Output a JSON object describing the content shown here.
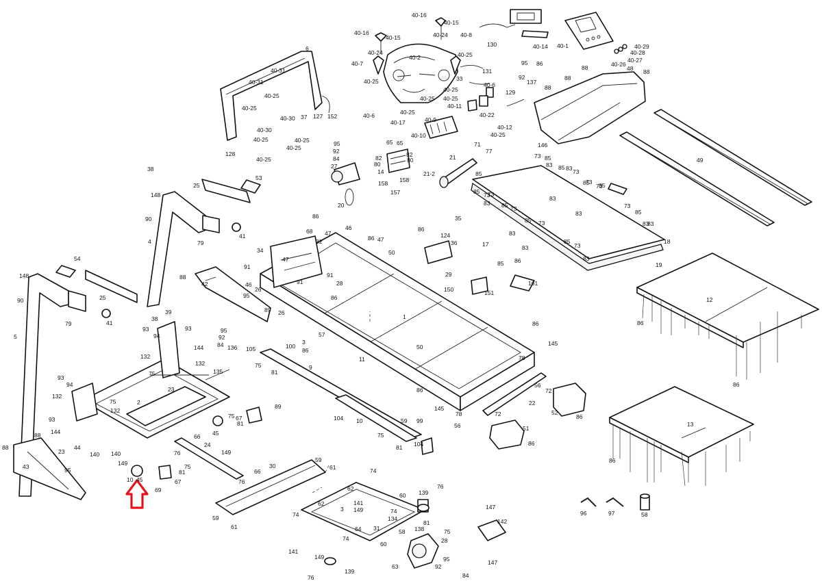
{
  "highlight_color": "#e0161e",
  "labels": [
    {
      "id": "l1",
      "text": "40-16"
    },
    {
      "id": "l2",
      "text": "40-15"
    },
    {
      "id": "l3",
      "text": "40-16"
    },
    {
      "id": "l4",
      "text": "40-15"
    },
    {
      "id": "l5",
      "text": "40-24"
    },
    {
      "id": "l6",
      "text": "40-8"
    },
    {
      "id": "l7",
      "text": "40-24"
    },
    {
      "id": "l8",
      "text": "40-25"
    },
    {
      "id": "l9",
      "text": "40-7"
    },
    {
      "id": "l10",
      "text": "40-2"
    },
    {
      "id": "l11",
      "text": "40-25"
    },
    {
      "id": "l12",
      "text": "40-25"
    },
    {
      "id": "l13",
      "text": "130"
    },
    {
      "id": "l14",
      "text": "40-14"
    },
    {
      "id": "l15",
      "text": "40-1"
    },
    {
      "id": "l16",
      "text": "40-29"
    },
    {
      "id": "l17",
      "text": "40-28"
    },
    {
      "id": "l18",
      "text": "40-27"
    },
    {
      "id": "l19",
      "text": "40-26"
    },
    {
      "id": "l20",
      "text": "48"
    },
    {
      "id": "l21",
      "text": "88"
    },
    {
      "id": "l22",
      "text": "88"
    },
    {
      "id": "l23",
      "text": "88"
    },
    {
      "id": "l24",
      "text": "88"
    },
    {
      "id": "l25",
      "text": "95"
    },
    {
      "id": "l26",
      "text": "92"
    },
    {
      "id": "l27",
      "text": "86"
    },
    {
      "id": "l28",
      "text": "137"
    },
    {
      "id": "l29",
      "text": "131"
    },
    {
      "id": "l30",
      "text": "33"
    },
    {
      "id": "l31",
      "text": "40-6"
    },
    {
      "id": "l32",
      "text": "129"
    },
    {
      "id": "l33",
      "text": "40-25"
    },
    {
      "id": "l34",
      "text": "40-11"
    },
    {
      "id": "l35",
      "text": "40-22"
    },
    {
      "id": "l36",
      "text": "40-25"
    },
    {
      "id": "l37",
      "text": "40-25"
    },
    {
      "id": "l38",
      "text": "40-12"
    },
    {
      "id": "l39",
      "text": "40-25"
    },
    {
      "id": "l40",
      "text": "6"
    },
    {
      "id": "l41",
      "text": "40-31"
    },
    {
      "id": "l42",
      "text": "40-31"
    },
    {
      "id": "l43",
      "text": "40-25"
    },
    {
      "id": "l44",
      "text": "40-25"
    },
    {
      "id": "l45",
      "text": "37"
    },
    {
      "id": "l46",
      "text": "127"
    },
    {
      "id": "l47",
      "text": "152"
    },
    {
      "id": "l48",
      "text": "40-6"
    },
    {
      "id": "l49",
      "text": "40-17"
    },
    {
      "id": "l50",
      "text": "40-9"
    },
    {
      "id": "l51",
      "text": "40-10"
    },
    {
      "id": "l52",
      "text": "40-30"
    },
    {
      "id": "l53",
      "text": "40-30"
    },
    {
      "id": "l54",
      "text": "40-25"
    },
    {
      "id": "l55",
      "text": "40-25"
    },
    {
      "id": "l56",
      "text": "40-25"
    },
    {
      "id": "l57",
      "text": "128"
    },
    {
      "id": "l58",
      "text": "40-25"
    },
    {
      "id": "l59",
      "text": "95"
    },
    {
      "id": "l60",
      "text": "92"
    },
    {
      "id": "l61",
      "text": "84"
    },
    {
      "id": "l62",
      "text": "27"
    },
    {
      "id": "l63",
      "text": "65"
    },
    {
      "id": "l64",
      "text": "65"
    },
    {
      "id": "l65",
      "text": "82"
    },
    {
      "id": "l66",
      "text": "80"
    },
    {
      "id": "l67",
      "text": "82"
    },
    {
      "id": "l68",
      "text": "80"
    },
    {
      "id": "l69",
      "text": "71"
    },
    {
      "id": "l70",
      "text": "77"
    },
    {
      "id": "l71",
      "text": "146"
    },
    {
      "id": "l72",
      "text": "73"
    },
    {
      "id": "l73",
      "text": "85"
    },
    {
      "id": "l74",
      "text": "83"
    },
    {
      "id": "l75",
      "text": "49"
    },
    {
      "id": "l76",
      "text": "21"
    },
    {
      "id": "l77",
      "text": "21-2"
    },
    {
      "id": "l78",
      "text": "14"
    },
    {
      "id": "l79",
      "text": "158"
    },
    {
      "id": "l80",
      "text": "158"
    },
    {
      "id": "l81",
      "text": "157"
    },
    {
      "id": "l82",
      "text": "20"
    },
    {
      "id": "l83",
      "text": "38"
    },
    {
      "id": "l84",
      "text": "25"
    },
    {
      "id": "l85",
      "text": "53"
    },
    {
      "id": "l86",
      "text": "148"
    },
    {
      "id": "l87",
      "text": "90"
    },
    {
      "id": "l88",
      "text": "79"
    },
    {
      "id": "l89",
      "text": "4"
    },
    {
      "id": "l90",
      "text": "41"
    },
    {
      "id": "l91",
      "text": "86"
    },
    {
      "id": "l92",
      "text": "68"
    },
    {
      "id": "l93",
      "text": "47"
    },
    {
      "id": "l94",
      "text": "46"
    },
    {
      "id": "l95",
      "text": "32"
    },
    {
      "id": "l96",
      "text": "34"
    },
    {
      "id": "l97",
      "text": "47"
    },
    {
      "id": "l98",
      "text": "86"
    },
    {
      "id": "l99",
      "text": "47"
    },
    {
      "id": "l100",
      "text": "50"
    },
    {
      "id": "l101",
      "text": "35"
    },
    {
      "id": "l102",
      "text": "86"
    },
    {
      "id": "l103",
      "text": "124"
    },
    {
      "id": "l104",
      "text": "36"
    },
    {
      "id": "l105",
      "text": "29"
    },
    {
      "id": "l106",
      "text": "17"
    },
    {
      "id": "l107",
      "text": "85"
    },
    {
      "id": "l108",
      "text": "86"
    },
    {
      "id": "l109",
      "text": "161"
    },
    {
      "id": "l110",
      "text": "18"
    },
    {
      "id": "l111",
      "text": "19"
    },
    {
      "id": "l112",
      "text": "54"
    },
    {
      "id": "l113",
      "text": "148"
    },
    {
      "id": "l114",
      "text": "90"
    },
    {
      "id": "l115",
      "text": "25"
    },
    {
      "id": "l116",
      "text": "41"
    },
    {
      "id": "l117",
      "text": "79"
    },
    {
      "id": "l118",
      "text": "5"
    },
    {
      "id": "l119",
      "text": "88"
    },
    {
      "id": "l120",
      "text": "42"
    },
    {
      "id": "l121",
      "text": "95"
    },
    {
      "id": "l122",
      "text": "91"
    },
    {
      "id": "l123",
      "text": "46"
    },
    {
      "id": "l124",
      "text": "91"
    },
    {
      "id": "l125",
      "text": "26"
    },
    {
      "id": "l126",
      "text": "89"
    },
    {
      "id": "l127",
      "text": "26"
    },
    {
      "id": "l128",
      "text": "91"
    },
    {
      "id": "l129",
      "text": "28"
    },
    {
      "id": "l130",
      "text": "86"
    },
    {
      "id": "l131",
      "text": "150"
    },
    {
      "id": "l132",
      "text": "151"
    },
    {
      "id": "l133",
      "text": "12"
    },
    {
      "id": "l134",
      "text": "38"
    },
    {
      "id": "l135",
      "text": "39"
    },
    {
      "id": "l136",
      "text": "93"
    },
    {
      "id": "l137",
      "text": "94"
    },
    {
      "id": "l138",
      "text": "93"
    },
    {
      "id": "l139",
      "text": "144"
    },
    {
      "id": "l140",
      "text": "132"
    },
    {
      "id": "l141",
      "text": "132"
    },
    {
      "id": "l142",
      "text": "135"
    },
    {
      "id": "l143",
      "text": "95"
    },
    {
      "id": "l144",
      "text": "92"
    },
    {
      "id": "l145",
      "text": "84"
    },
    {
      "id": "l146",
      "text": "136"
    },
    {
      "id": "l147",
      "text": "3"
    },
    {
      "id": "l148",
      "text": "57"
    },
    {
      "id": "l149",
      "text": "86"
    },
    {
      "id": "l150",
      "text": "1"
    },
    {
      "id": "l151",
      "text": "86"
    },
    {
      "id": "l152",
      "text": "145"
    },
    {
      "id": "l153",
      "text": "105"
    },
    {
      "id": "l154",
      "text": "100"
    },
    {
      "id": "l155",
      "text": "75"
    },
    {
      "id": "l156",
      "text": "81"
    },
    {
      "id": "l157",
      "text": "9"
    },
    {
      "id": "l158",
      "text": "11"
    },
    {
      "id": "l159",
      "text": "50"
    },
    {
      "id": "l160",
      "text": "75"
    },
    {
      "id": "l161",
      "text": "23"
    },
    {
      "id": "l162",
      "text": "93"
    },
    {
      "id": "l163",
      "text": "94"
    },
    {
      "id": "l164",
      "text": "132"
    },
    {
      "id": "l165",
      "text": "75"
    },
    {
      "id": "l166",
      "text": "132"
    },
    {
      "id": "l167",
      "text": "2"
    },
    {
      "id": "l168",
      "text": "93"
    },
    {
      "id": "l169",
      "text": "144"
    },
    {
      "id": "l170",
      "text": "23"
    },
    {
      "id": "l171",
      "text": "44"
    },
    {
      "id": "l172",
      "text": "75"
    },
    {
      "id": "l173",
      "text": "81"
    },
    {
      "id": "l174",
      "text": "67"
    },
    {
      "id": "l175",
      "text": "89"
    },
    {
      "id": "l176",
      "text": "66"
    },
    {
      "id": "l177",
      "text": "45"
    },
    {
      "id": "l178",
      "text": "104"
    },
    {
      "id": "l179",
      "text": "10"
    },
    {
      "id": "l180",
      "text": "59"
    },
    {
      "id": "l181",
      "text": "99"
    },
    {
      "id": "l182",
      "text": "75"
    },
    {
      "id": "l183",
      "text": "81"
    },
    {
      "id": "l184",
      "text": "104"
    },
    {
      "id": "l185",
      "text": "86"
    },
    {
      "id": "l186",
      "text": "145"
    },
    {
      "id": "l187",
      "text": "78"
    },
    {
      "id": "l188",
      "text": "56"
    },
    {
      "id": "l189",
      "text": "72"
    },
    {
      "id": "l190",
      "text": "22"
    },
    {
      "id": "l191",
      "text": "78"
    },
    {
      "id": "l192",
      "text": "56"
    },
    {
      "id": "l193",
      "text": "72"
    },
    {
      "id": "l194",
      "text": "52"
    },
    {
      "id": "l195",
      "text": "86"
    },
    {
      "id": "l196",
      "text": "51"
    },
    {
      "id": "l197",
      "text": "86"
    },
    {
      "id": "l198",
      "text": "13"
    },
    {
      "id": "l199",
      "text": "86"
    },
    {
      "id": "l200",
      "text": "88"
    },
    {
      "id": "l201",
      "text": "88"
    },
    {
      "id": "l202",
      "text": "43"
    },
    {
      "id": "l203",
      "text": "95"
    },
    {
      "id": "l204",
      "text": "140"
    },
    {
      "id": "l205",
      "text": "140"
    },
    {
      "id": "l206",
      "text": "149"
    },
    {
      "id": "l207",
      "text": "10"
    },
    {
      "id": "l208",
      "text": "45"
    },
    {
      "id": "l209",
      "text": "69"
    },
    {
      "id": "l210",
      "text": "75"
    },
    {
      "id": "l211",
      "text": "81"
    },
    {
      "id": "l212",
      "text": "67"
    },
    {
      "id": "l213",
      "text": "76"
    },
    {
      "id": "l214",
      "text": "24"
    },
    {
      "id": "l215",
      "text": "149"
    },
    {
      "id": "l216",
      "text": "66"
    },
    {
      "id": "l217",
      "text": "76"
    },
    {
      "id": "l218",
      "text": "30"
    },
    {
      "id": "l219",
      "text": "59"
    },
    {
      "id": "l220",
      "text": "61"
    },
    {
      "id": "l221",
      "text": "59"
    },
    {
      "id": "l222",
      "text": "61"
    },
    {
      "id": "l223",
      "text": "74"
    },
    {
      "id": "l224",
      "text": "62"
    },
    {
      "id": "l225",
      "text": "141"
    },
    {
      "id": "l226",
      "text": "60"
    },
    {
      "id": "l227",
      "text": "139"
    },
    {
      "id": "l228",
      "text": "76"
    },
    {
      "id": "l229",
      "text": "149"
    },
    {
      "id": "l230",
      "text": "74"
    },
    {
      "id": "l231",
      "text": "62"
    },
    {
      "id": "l232",
      "text": "3"
    },
    {
      "id": "l233",
      "text": "74"
    },
    {
      "id": "l234",
      "text": "134"
    },
    {
      "id": "l235",
      "text": "64"
    },
    {
      "id": "l236",
      "text": "31"
    },
    {
      "id": "l237",
      "text": "81"
    },
    {
      "id": "l238",
      "text": "138"
    },
    {
      "id": "l239",
      "text": "75"
    },
    {
      "id": "l240",
      "text": "58"
    },
    {
      "id": "l241",
      "text": "28"
    },
    {
      "id": "l242",
      "text": "60"
    },
    {
      "id": "l243",
      "text": "74"
    },
    {
      "id": "l244",
      "text": "141"
    },
    {
      "id": "l245",
      "text": "149"
    },
    {
      "id": "l246",
      "text": "76"
    },
    {
      "id": "l247",
      "text": "139"
    },
    {
      "id": "l248",
      "text": "63"
    },
    {
      "id": "l249",
      "text": "95"
    },
    {
      "id": "l250",
      "text": "92"
    },
    {
      "id": "l251",
      "text": "84"
    },
    {
      "id": "l252",
      "text": "147"
    },
    {
      "id": "l253",
      "text": "142"
    },
    {
      "id": "l254",
      "text": "147"
    },
    {
      "id": "l255",
      "text": "96"
    },
    {
      "id": "l256",
      "text": "97"
    },
    {
      "id": "l257",
      "text": "58"
    },
    {
      "id": "l258",
      "text": "86"
    },
    {
      "id": "l259",
      "text": "86"
    },
    {
      "id": "l260",
      "text": "85"
    },
    {
      "id": "l261",
      "text": "73"
    },
    {
      "id": "l262",
      "text": "83"
    },
    {
      "id": "l263",
      "text": "85"
    },
    {
      "id": "l264",
      "text": "73"
    },
    {
      "id": "l265",
      "text": "85"
    },
    {
      "id": "l266",
      "text": "73"
    },
    {
      "id": "l267",
      "text": "83"
    },
    {
      "id": "l268",
      "text": "85"
    },
    {
      "id": "l269",
      "text": "73"
    },
    {
      "id": "l270",
      "text": "83"
    },
    {
      "id": "l271",
      "text": "73"
    },
    {
      "id": "l272",
      "text": "85"
    },
    {
      "id": "l273",
      "text": "83"
    },
    {
      "id": "l274",
      "text": "83"
    },
    {
      "id": "l275",
      "text": "85"
    },
    {
      "id": "l276",
      "text": "73"
    },
    {
      "id": "l277",
      "text": "83"
    },
    {
      "id": "l278",
      "text": "85"
    },
    {
      "id": "l279",
      "text": "73"
    },
    {
      "id": "l280",
      "text": "83"
    },
    {
      "id": "l281",
      "text": "85"
    },
    {
      "id": "l282",
      "text": "73"
    },
    {
      "id": "l283",
      "text": "83"
    },
    {
      "id": "l284",
      "text": "73"
    },
    {
      "id": "l285",
      "text": "85"
    },
    {
      "id": "l286",
      "text": "83"
    }
  ]
}
